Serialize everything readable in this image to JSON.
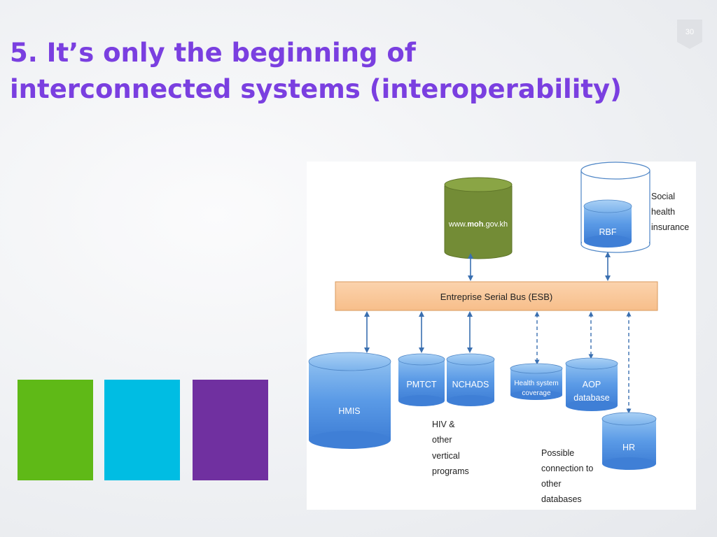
{
  "slide": {
    "title_line1": "5. It’s only the beginning of",
    "title_line2": "interconnected systems (interoperability)",
    "page_number": "30"
  },
  "colors": {
    "title": "#7a3fe0",
    "green": "#5fb917",
    "cyan": "#00bde3",
    "purple": "#7030a0"
  },
  "diagram": {
    "website_prefix": "www.",
    "website_bold": "moh",
    "website_suffix": ".gov.kh",
    "rbf": "RBF",
    "social_line1": "Social",
    "social_line2": "health",
    "social_line3": "insurance",
    "esb": "Entreprise Serial Bus (ESB)",
    "hmis": "HMIS",
    "pmtct": "PMTCT",
    "nchads": "NCHADS",
    "hsc_line1": "Health system",
    "hsc_line2": "coverage",
    "aop_line1": "AOP",
    "aop_line2": "database",
    "hr": "HR",
    "hiv_line1": "HIV &",
    "hiv_line2": "other",
    "hiv_line3": "vertical",
    "hiv_line4": "programs",
    "possible_line1": "Possible",
    "possible_line2": "connection to",
    "possible_line3": "other",
    "possible_line4": "databases"
  }
}
